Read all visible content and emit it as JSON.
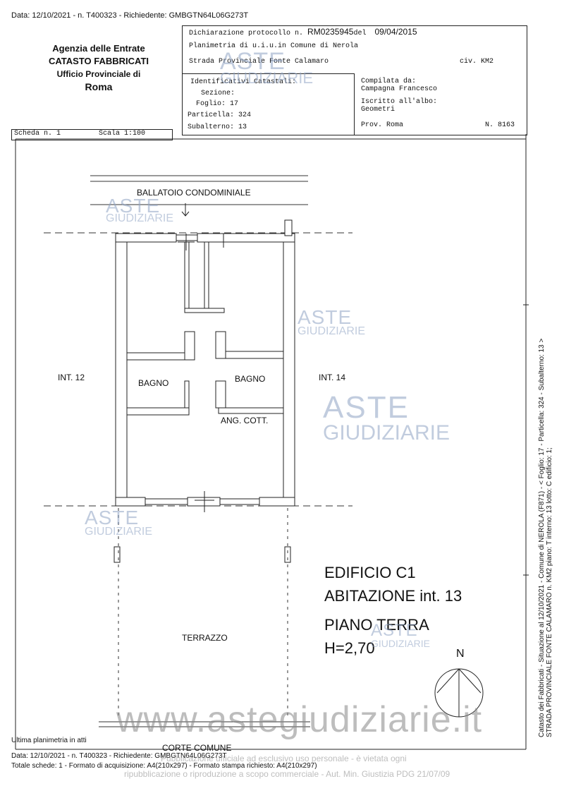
{
  "header": {
    "top_line": "Data: 12/10/2021 - n. T400323 - Richiedente: GMBGTN64L06G273T",
    "agency": {
      "line1": "Agenzia delle Entrate",
      "line2": "CATASTO FABBRICATI",
      "line3": "Ufficio Provinciale di",
      "line4": "Roma"
    },
    "declaration": {
      "label": "Dichiarazione protocollo n.",
      "protocol": "RM0235945",
      "del_label": "del",
      "date": "09/04/2015"
    },
    "planimetry": "Planimetria di u.i.u.in Comune di Nerola",
    "address": "Strada Provinciale Fonte Calamaro",
    "civ": "civ. KM2",
    "identifiers": {
      "title": "Identificativi Catastali:",
      "sezione": "Sezione:",
      "foglio": "Foglio: 17",
      "particella": "Particella: 324",
      "subalterno": "Subalterno: 13"
    },
    "compiled": {
      "label": "Compilata da:",
      "name": "Campagna Francesco",
      "albo_label": "Iscritto all'albo:",
      "albo": "Geometri",
      "prov": "Prov. Roma",
      "number": "N. 8163"
    },
    "scheda": "Scheda n. 1",
    "scala": "Scala 1:100"
  },
  "plan": {
    "ballatoio": "BALLATOIO CONDOMINIALE",
    "int12": "INT. 12",
    "int14": "INT. 14",
    "bagno1": "BAGNO",
    "bagno2": "BAGNO",
    "ang_cott": "ANG. COTT.",
    "terrazzo": "TERRAZZO",
    "corte": "CORTE COMUNE",
    "north": "N",
    "title1": "EDIFICIO C1",
    "title2": "ABITAZIONE int. 13",
    "title3": "PIANO TERRA",
    "title4": "H=2,70"
  },
  "watermarks": {
    "aste": "ASTE",
    "giudiziarie": "GIUDIZIARIE",
    "site": "www.astegiudiziarie.it"
  },
  "side_text": {
    "line1": "Catasto dei Fabbricati - Situazione al 12/10/2021 - Comune di NEROLA (F871) - < Foglio: 17 - Particella: 324 - Subalterno: 13 >",
    "line2": "STRADA PROVINCIALE FONTE CALAMARO n. KM2 piano: T interno: 13 lotto: C edificio: 1;"
  },
  "footer": {
    "ultima": "Ultima planimetria in atti",
    "data_line": "Data: 12/10/2021 - n. T400323 - Richiedente: GMBGTN64L06G273T",
    "totale": "Totale schede: 1 - Formato di acquisizione: A4(210x297) - Formato stampa richiesto: A4(210x297)",
    "pub1": "Pubblicazione ufficiale ad esclusivo uso personale - è vietata ogni",
    "pub2": "ripubblicazione o riproduzione a scopo commerciale - Aut. Min. Giustizia PDG 21/07/09"
  }
}
